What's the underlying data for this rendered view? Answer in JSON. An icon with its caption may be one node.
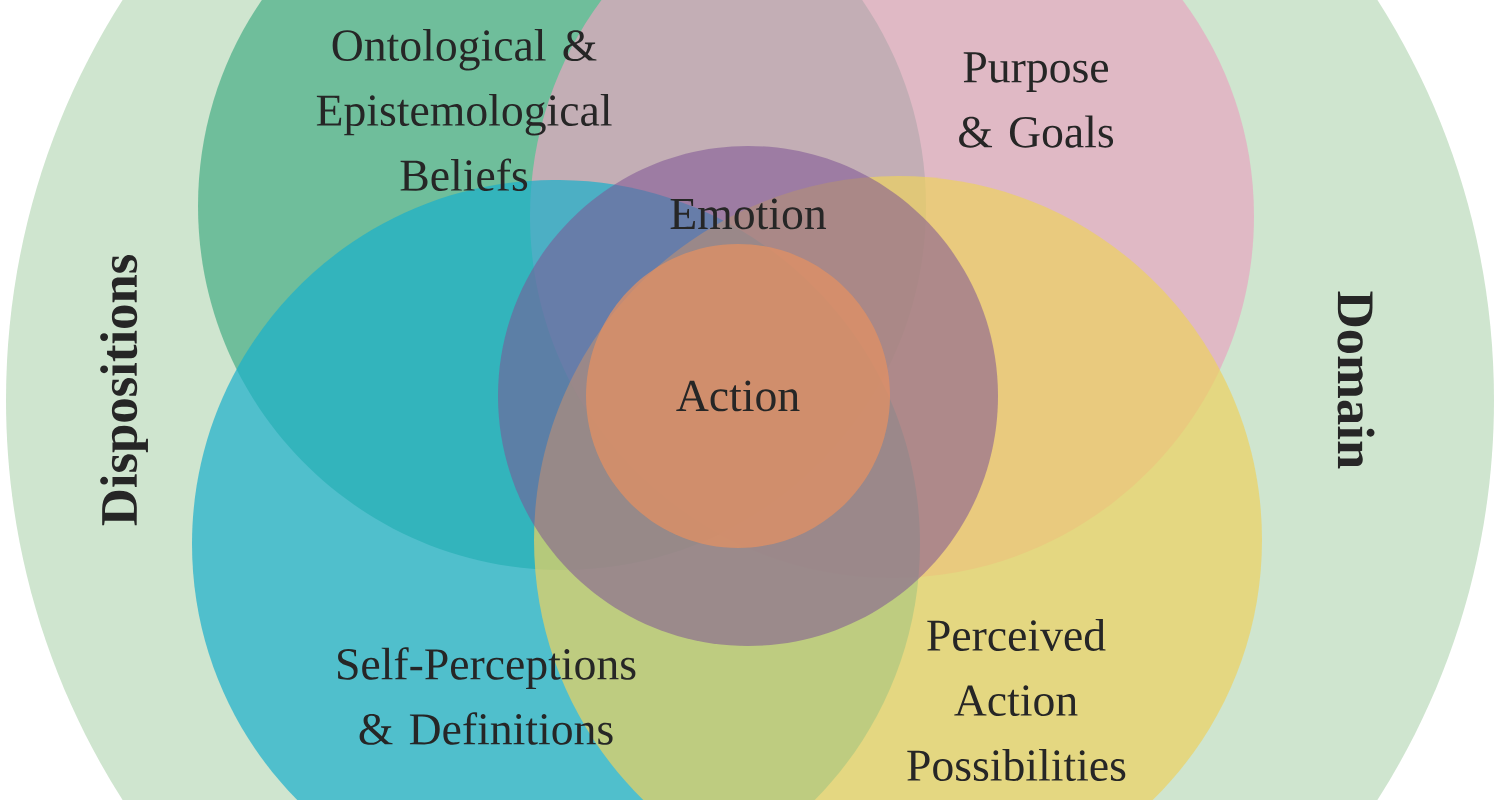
{
  "diagram": {
    "nodes": [
      {
        "text": [
          "Dispositions",
          "Domain"
        ]
      },
      {
        "text": [
          "Ontological & Epistemological Beliefs"
        ],
        "in": 0
      },
      {
        "text": [
          "Purpose & Goals"
        ],
        "in": 0
      },
      {
        "text": [
          "Emotion"
        ],
        "in": 0
      },
      {
        "text": [
          "Action"
        ]
      },
      {
        "text": [
          "Self-Perceptions & Definitions"
        ],
        "in": 0
      },
      {
        "text": [
          "Perceived Action Possibilities"
        ],
        "in": 0
      }
    ]
  }
}
